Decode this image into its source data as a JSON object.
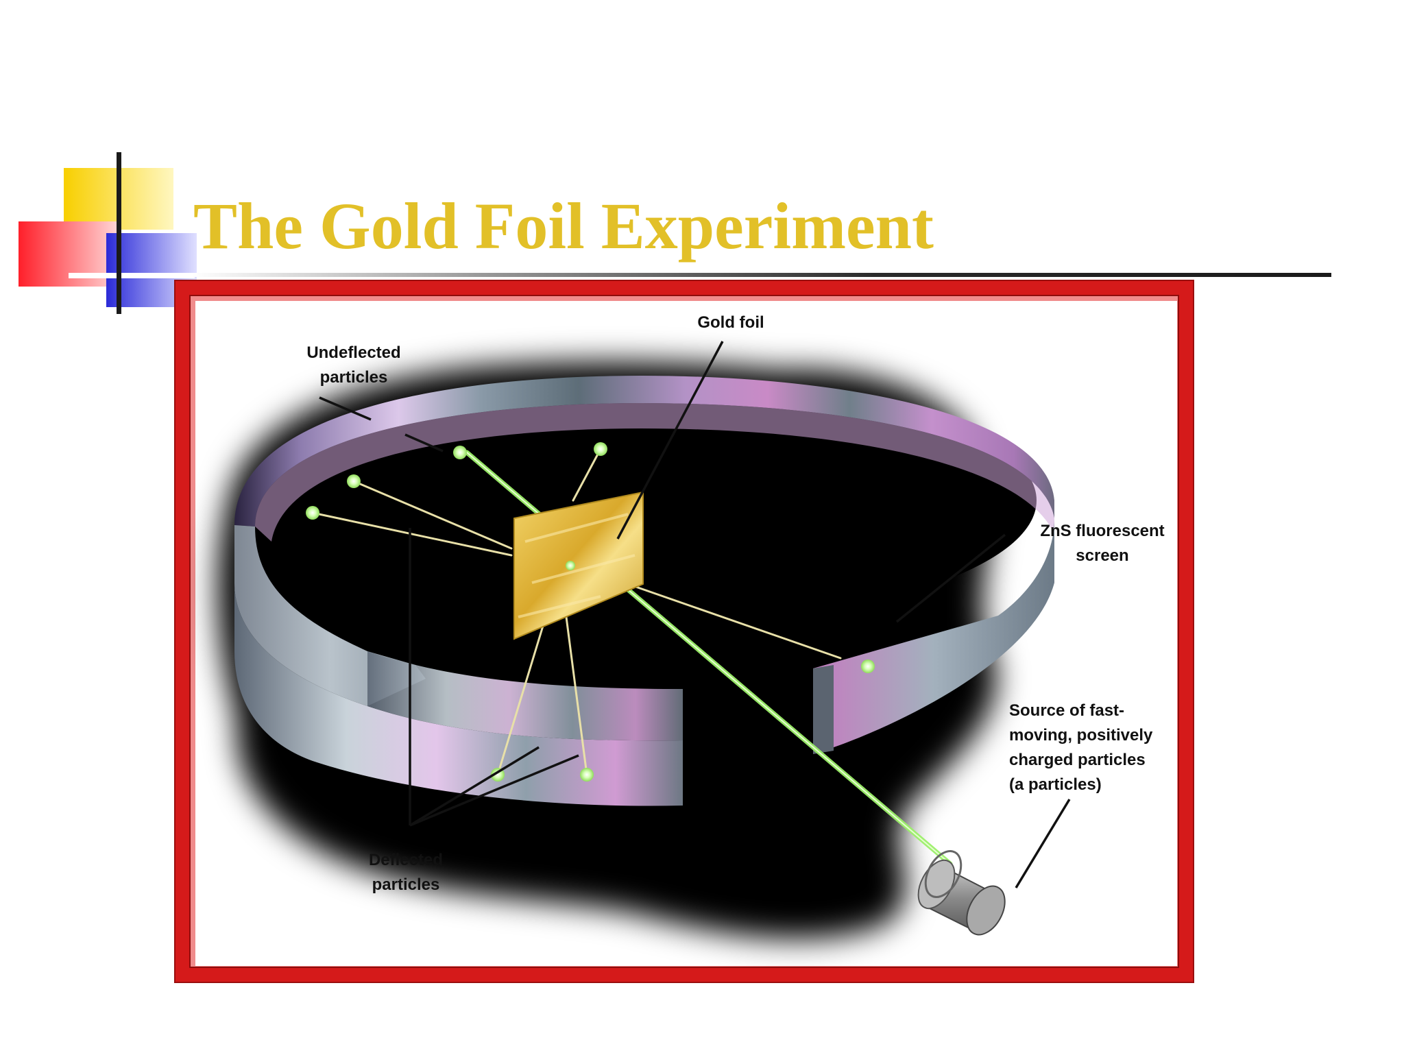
{
  "slide": {
    "title": "The Gold Foil Experiment",
    "title_color": "#e2c028"
  },
  "diagram": {
    "labels": {
      "undeflected_line1": "Undeflected",
      "undeflected_line2": "particles",
      "gold_foil": "Gold foil",
      "zns_line1": "ZnS fluorescent",
      "zns_line2": "screen",
      "source_line1": "Source of fast-",
      "source_line2": "moving, positively",
      "source_line3": "charged particles",
      "source_line4": "(a  particles)",
      "deflected_line1": "Deflected",
      "deflected_line2": "particles"
    },
    "colors": {
      "frame": "#d51a1a",
      "beam": "#9cf06a",
      "foil": "#e6c24a",
      "screen_tint": "#c98ac6",
      "backdrop": "#000000"
    }
  },
  "decoration": {
    "colors": {
      "yellow": "#f8cf00",
      "red": "#ff1f2a",
      "blue": "#2b2bd8",
      "rule": "#2a2a2a"
    }
  }
}
